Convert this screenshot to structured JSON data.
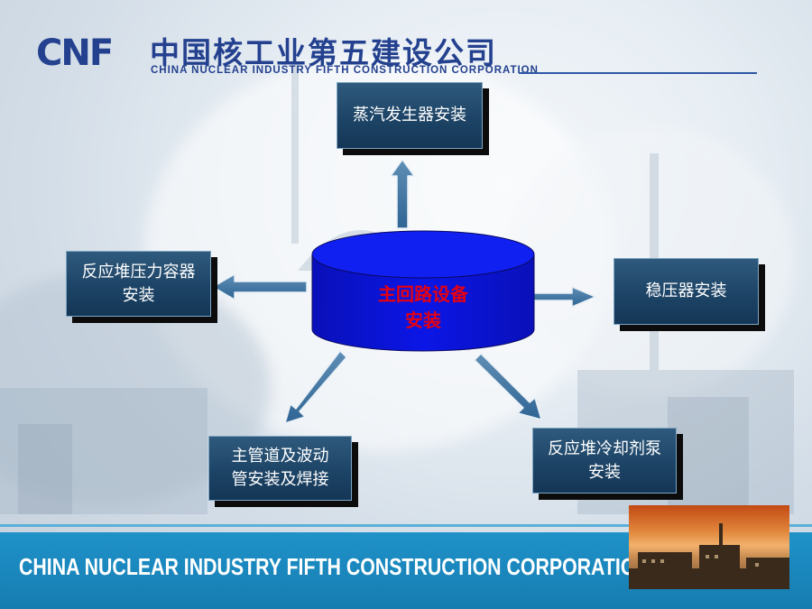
{
  "header": {
    "logo_mark": "CNF",
    "company_cn": "中国核工业第五建设公司",
    "company_en": "CHINA NUCLEAR INDUSTRY FIFTH CONSTRUCTION CORPORATION"
  },
  "diagram": {
    "center": {
      "line1": "主回路设备",
      "line2": "安装"
    },
    "nodes": {
      "top": {
        "line1": "蒸汽发生器安装"
      },
      "left": {
        "line1": "反应堆压力容器",
        "line2": "安装"
      },
      "right": {
        "line1": "稳压器安装"
      },
      "bottom_left": {
        "line1": "主管道及波动",
        "line2": "管安装及焊接"
      },
      "bottom_right": {
        "line1": "反应堆冷却剂泵",
        "line2": "安装"
      }
    }
  },
  "footer": {
    "text": "CHINA NUCLEAR INDUSTRY FIFTH CONSTRUCTION CORPORATION"
  },
  "colors": {
    "brand_blue": "#24418f",
    "node_fill": "#1d4466",
    "cylinder_fill": "#0a14e0",
    "center_text": "#e60012",
    "footer_band": "#1a87bd"
  }
}
